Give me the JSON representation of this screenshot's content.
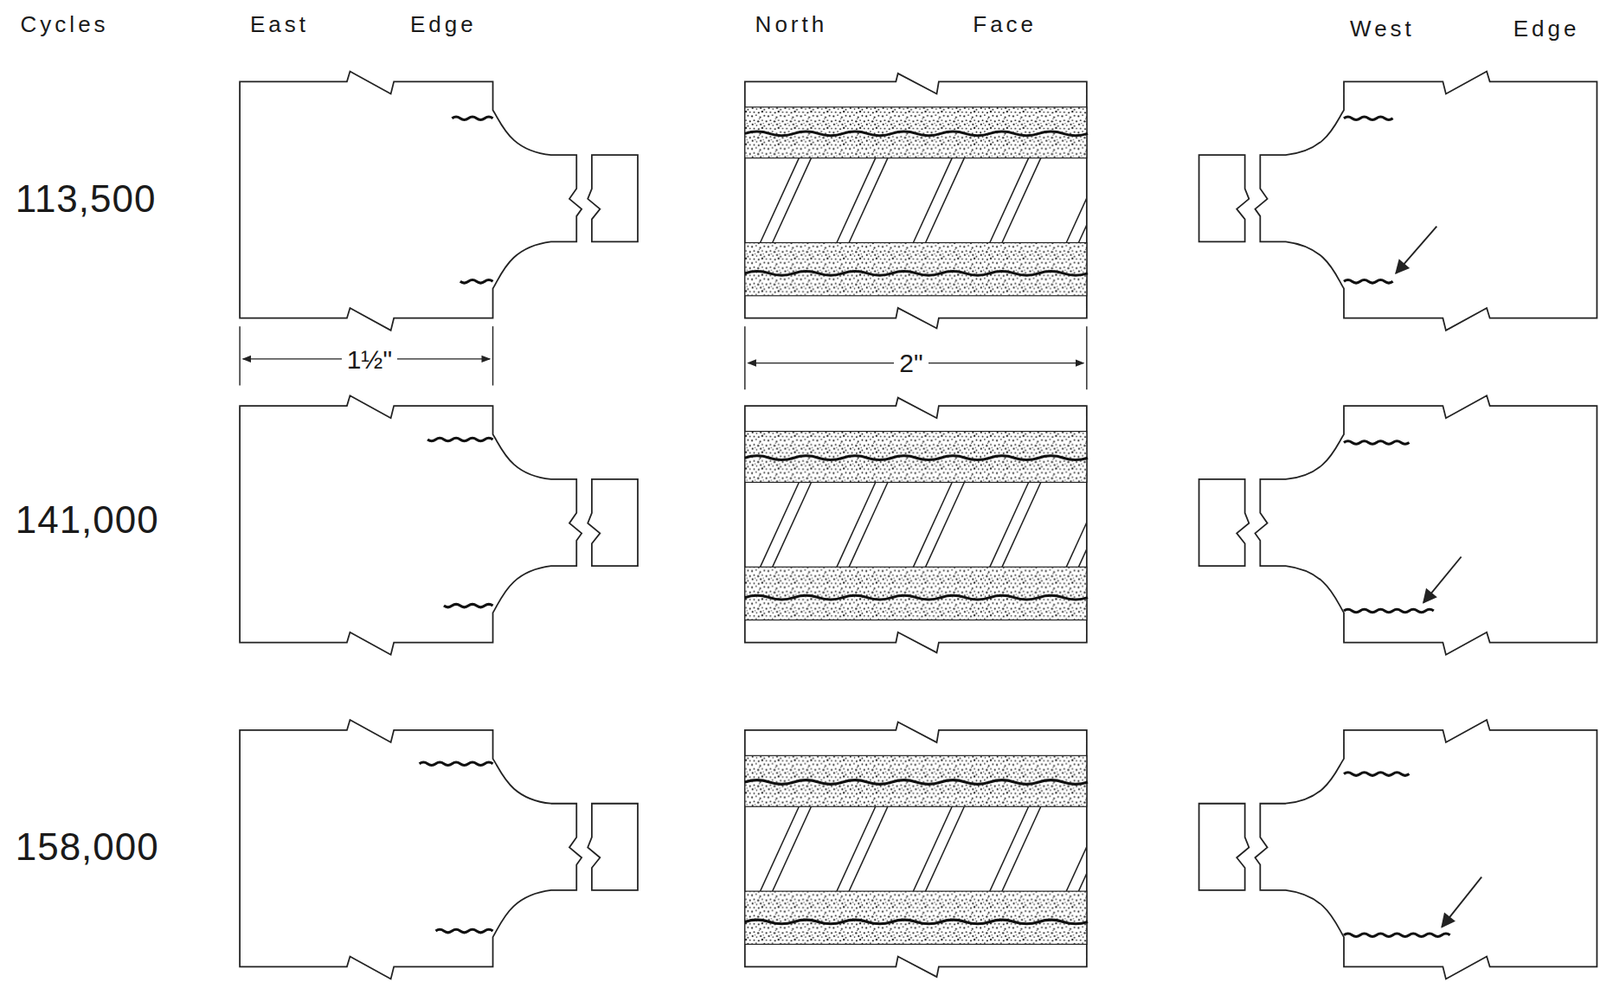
{
  "diagram": {
    "labels": [
      "Cycles",
      "East Edge",
      "North Face",
      "West Edge",
      "113,500",
      "141,000",
      "158,000",
      "1½\"",
      "2\""
    ]
  }
}
